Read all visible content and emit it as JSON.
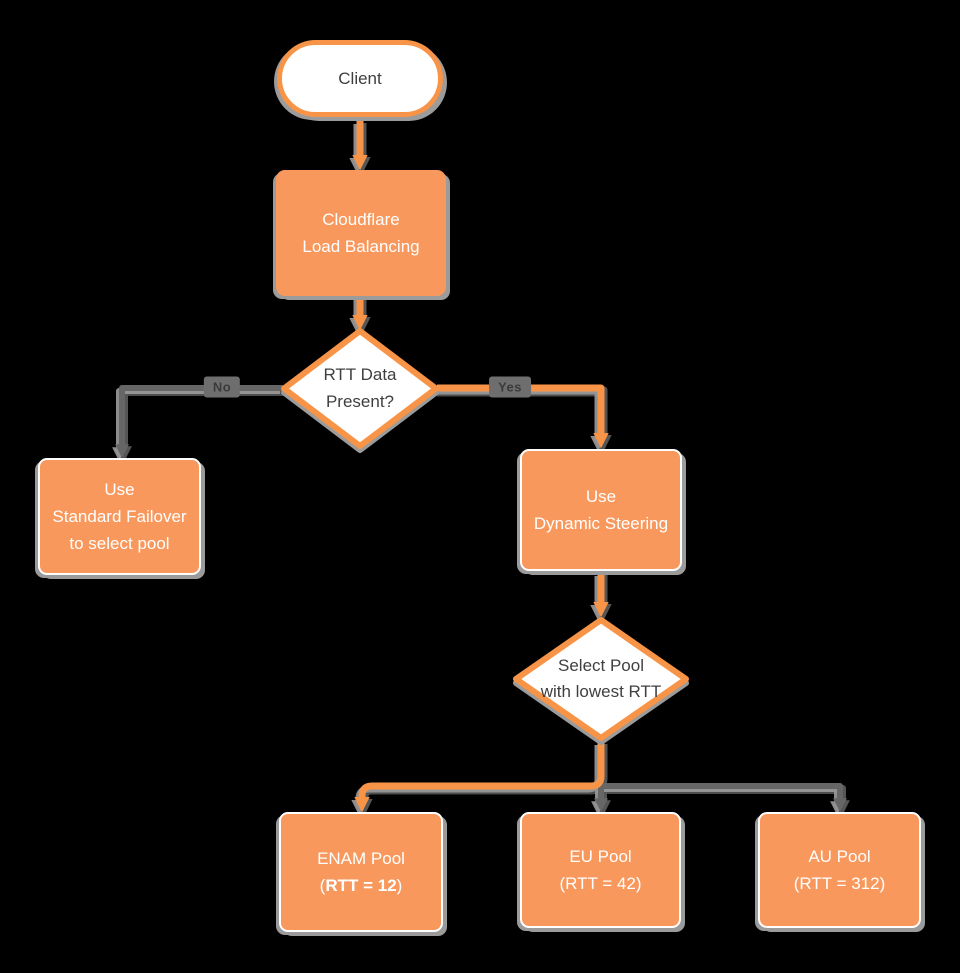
{
  "title": "Cloudflare Load Balancing dynamic steering flowchart",
  "colors": {
    "background": "#000000",
    "node_fill_orange": "#F8985C",
    "node_stroke_orange": "#F79447",
    "node_fill_white": "#FFFFFF",
    "connector_gray": "#666666",
    "shadow_gray": "#9B9B9B",
    "badge_gray": "#6E6E6E",
    "text_dark": "#3F3F3F",
    "text_white": "#FFFFFF"
  },
  "nodes": {
    "client": {
      "label": "Client"
    },
    "load_balancer": {
      "line1": "Cloudflare",
      "line2": "Load Balancing"
    },
    "rtt_decision": {
      "line1": "RTT Data",
      "line2": "Present?"
    },
    "standard_failover": {
      "line1": "Use",
      "line2": "Standard Failover",
      "line3": "to select pool"
    },
    "dynamic_steering": {
      "line1": "Use",
      "line2": "Dynamic Steering"
    },
    "select_pool": {
      "line1": "Select Pool",
      "line2": "with lowest RTT"
    },
    "enam_pool": {
      "line1": "ENAM Pool",
      "open_paren": "(",
      "rtt_bold": "RTT = 12",
      "close_paren": ")"
    },
    "eu_pool": {
      "line1": "EU Pool",
      "line2": "(RTT = 42)"
    },
    "au_pool": {
      "line1": "AU Pool",
      "line2": "(RTT = 312)"
    }
  },
  "edges": {
    "no_label": "No",
    "yes_label": "Yes"
  }
}
